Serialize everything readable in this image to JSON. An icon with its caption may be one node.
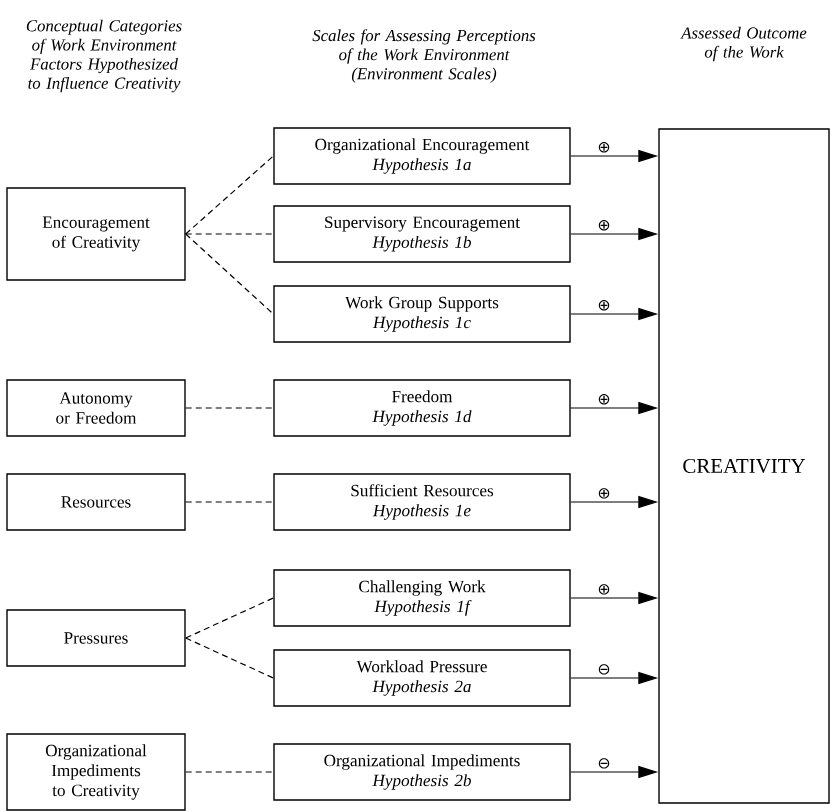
{
  "diagram": {
    "nodes": [
      {
        "text": [
          "Encouragement of Creativity"
        ]
      },
      {
        "text": [
          "Organizational Encouragement",
          "Hypothesis 1a"
        ]
      },
      {
        "text": [
          "Supervisory Encouragement",
          "Hypothesis 1b"
        ]
      },
      {
        "text": [
          "Work Group Supports",
          "Hypothesis 1c"
        ]
      },
      {
        "text": [
          "Autonomy or Freedom"
        ]
      },
      {
        "text": [
          "Freedom",
          "Hypothesis 1d"
        ]
      },
      {
        "text": [
          "Resources"
        ]
      },
      {
        "text": [
          "Sufficient Resources",
          "Hypothesis 1e"
        ]
      },
      {
        "text": [
          "Challenging Work",
          "Hypothesis 1f"
        ]
      },
      {
        "text": [
          "Pressures"
        ]
      },
      {
        "text": [
          "Workload Pressure",
          "Hypothesis 2a"
        ]
      },
      {
        "text": [
          "Organizational Impediments to Creativity"
        ]
      },
      {
        "text": [
          "Organizational Impediments",
          "Hypothesis 2b"
        ]
      },
      {
        "text": [
          "CREATIVITY"
        ]
      }
    ],
    "edges": [
      {
        "from": 0,
        "to": 1,
        "arrow": "none",
        "style": "dashed"
      },
      {
        "from": 0,
        "to": 2,
        "arrow": "none",
        "style": "dashed"
      },
      {
        "from": 0,
        "to": 3,
        "arrow": "none",
        "style": "dashed"
      },
      {
        "from": 4,
        "to": 5,
        "arrow": "none",
        "style": "dashed"
      },
      {
        "from": 6,
        "to": 7,
        "arrow": "none",
        "style": "dashed"
      },
      {
        "from": 9,
        "to": 8,
        "arrow": "none",
        "style": "dashed"
      },
      {
        "from": 9,
        "to": 10,
        "arrow": "none",
        "style": "dashed"
      },
      {
        "from": 11,
        "to": 12,
        "arrow": "none",
        "style": "dashed"
      },
      {
        "from": 1,
        "to": 13,
        "arrow": "to",
        "label": "⊕"
      },
      {
        "from": 2,
        "to": 13,
        "arrow": "to",
        "label": "⊕"
      },
      {
        "from": 3,
        "to": 13,
        "arrow": "to",
        "label": "⊕"
      },
      {
        "from": 5,
        "to": 13,
        "arrow": "to",
        "label": "⊕"
      },
      {
        "from": 7,
        "to": 13,
        "arrow": "to",
        "label": "⊕"
      },
      {
        "from": 8,
        "to": 13,
        "arrow": "to",
        "label": "⊕"
      },
      {
        "from": 10,
        "to": 13,
        "arrow": "to",
        "label": "⊖"
      },
      {
        "from": 12,
        "to": 13,
        "arrow": "to",
        "label": "⊖"
      }
    ],
    "labels": [
      "Conceptual Categories of Work Environment Factors Hypothesized to Influence Creativity",
      "Scales for Assessing Perceptions of the Work Environment (Environment Scales)",
      "Assessed Outcome of the Work"
    ]
  }
}
